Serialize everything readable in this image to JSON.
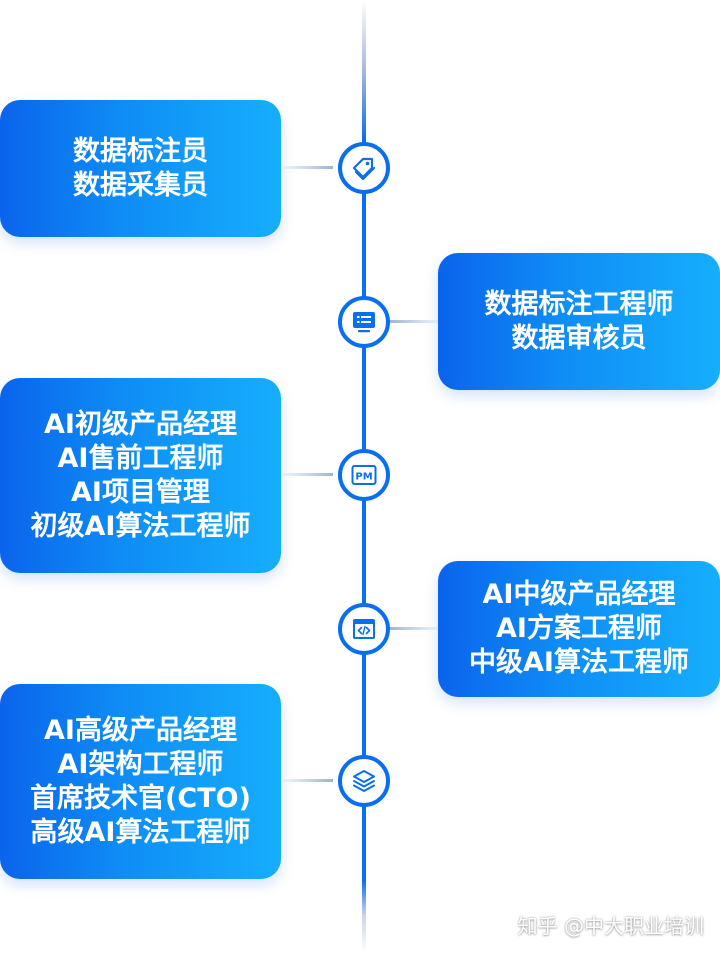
{
  "colors": {
    "accent": "#0a6ef0",
    "card_start": "#0a64ec",
    "card_end": "#16aefc",
    "text_on_card": "#ffffff"
  },
  "stages": [
    {
      "side": "left",
      "icon": "tag-icon",
      "lines": [
        "数据标注员",
        "数据采集员"
      ]
    },
    {
      "side": "right",
      "icon": "monitor-list-icon",
      "lines": [
        "数据标注工程师",
        "数据审核员"
      ]
    },
    {
      "side": "left",
      "icon": "pm-icon",
      "icon_text": "PM",
      "lines": [
        "AI初级产品经理",
        "AI售前工程师",
        "AI项目管理",
        "初级AI算法工程师"
      ]
    },
    {
      "side": "right",
      "icon": "code-window-icon",
      "lines": [
        "AI中级产品经理",
        "AI方案工程师",
        "中级AI算法工程师"
      ]
    },
    {
      "side": "left",
      "icon": "layers-icon",
      "lines": [
        "AI高级产品经理",
        "AI架构工程师",
        "首席技术官(CTO)",
        "高级AI算法工程师"
      ]
    }
  ],
  "watermark": "知乎 @中大职业培训"
}
